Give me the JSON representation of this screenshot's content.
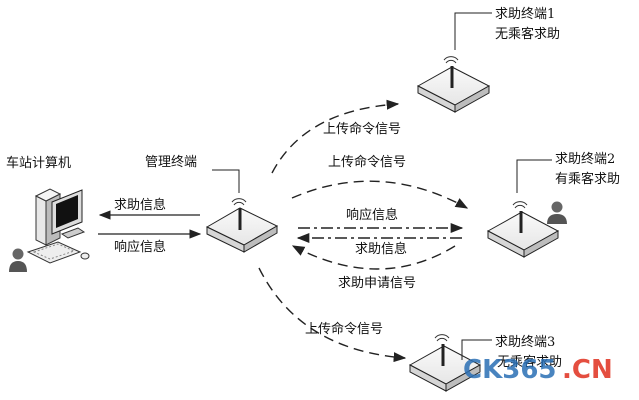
{
  "diagram": {
    "computer": {
      "label": "车站计算机"
    },
    "manager": {
      "label": "管理终端"
    },
    "terminals": [
      {
        "name": "求助终端1",
        "status": "无乘客求助"
      },
      {
        "name": "求助终端2",
        "status": "有乘客求助"
      },
      {
        "name": "求助终端3",
        "status": "无乘客求助"
      }
    ],
    "links": {
      "pc_to_manager": "求助信息",
      "manager_to_pc": "响应信息",
      "upload_t1": "上传命令信号",
      "upload_t2": "上传命令信号",
      "response_t2": "响应信息",
      "help_info_t2": "求助信息",
      "help_request_t2": "求助申请信号",
      "upload_t3": "上传命令信号"
    },
    "watermark": {
      "text_a": "CK365",
      "text_b": ".CN"
    }
  },
  "colors": {
    "line": "#222222",
    "device_fill": "#f2f2f2",
    "device_side": "#d9d9d9",
    "watermark_blue": "#2a6fb5",
    "watermark_red": "#e0301e"
  }
}
